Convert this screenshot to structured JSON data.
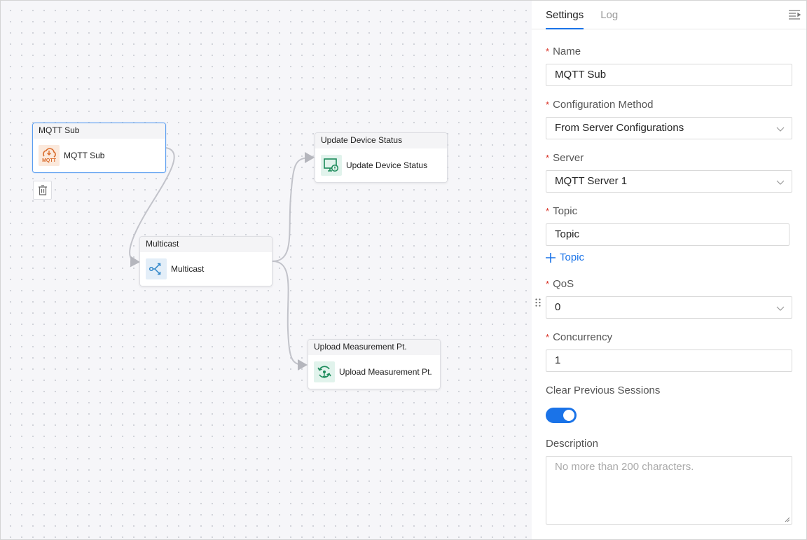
{
  "canvas": {
    "nodes": {
      "mqtt_sub": {
        "header": "MQTT Sub",
        "label": "MQTT Sub",
        "icon": "mqtt-cloud-icon",
        "icon_text": "MQTT"
      },
      "multicast": {
        "header": "Multicast",
        "label": "Multicast",
        "icon": "multicast-icon"
      },
      "update_device_status": {
        "header": "Update Device Status",
        "label": "Update Device Status",
        "icon": "device-status-icon"
      },
      "upload_measurement": {
        "header": "Upload Measurement Pt.",
        "label": "Upload Measurement Pt.",
        "icon": "upload-measurement-icon"
      }
    },
    "delete_icon": "trash-icon"
  },
  "panel": {
    "tabs": [
      {
        "label": "Settings",
        "active": true
      },
      {
        "label": "Log",
        "active": false
      }
    ],
    "collapse_icon": "collapse-panel-icon",
    "form": {
      "name": {
        "label": "Name",
        "value": "MQTT Sub",
        "required": true
      },
      "config_method": {
        "label": "Configuration Method",
        "value": "From Server Configurations",
        "required": true
      },
      "server": {
        "label": "Server",
        "value": "MQTT Server 1",
        "required": true
      },
      "topic": {
        "label": "Topic",
        "value": "Topic",
        "required": true,
        "add_label": "Topic"
      },
      "qos": {
        "label": "QoS",
        "value": "0",
        "required": true
      },
      "concurrency": {
        "label": "Concurrency",
        "value": "1",
        "required": true
      },
      "clear_sessions": {
        "label": "Clear Previous Sessions",
        "enabled": true
      },
      "description": {
        "label": "Description",
        "placeholder": "No more than 200 characters."
      }
    },
    "required_mark": "*"
  },
  "colors": {
    "accent": "#1a73e8",
    "required": "#d93025",
    "selected_border": "#5b9ef0",
    "mqtt_icon": "#d96a2a",
    "multicast_icon": "#2f86c9",
    "green_icon": "#1b8a5a"
  }
}
